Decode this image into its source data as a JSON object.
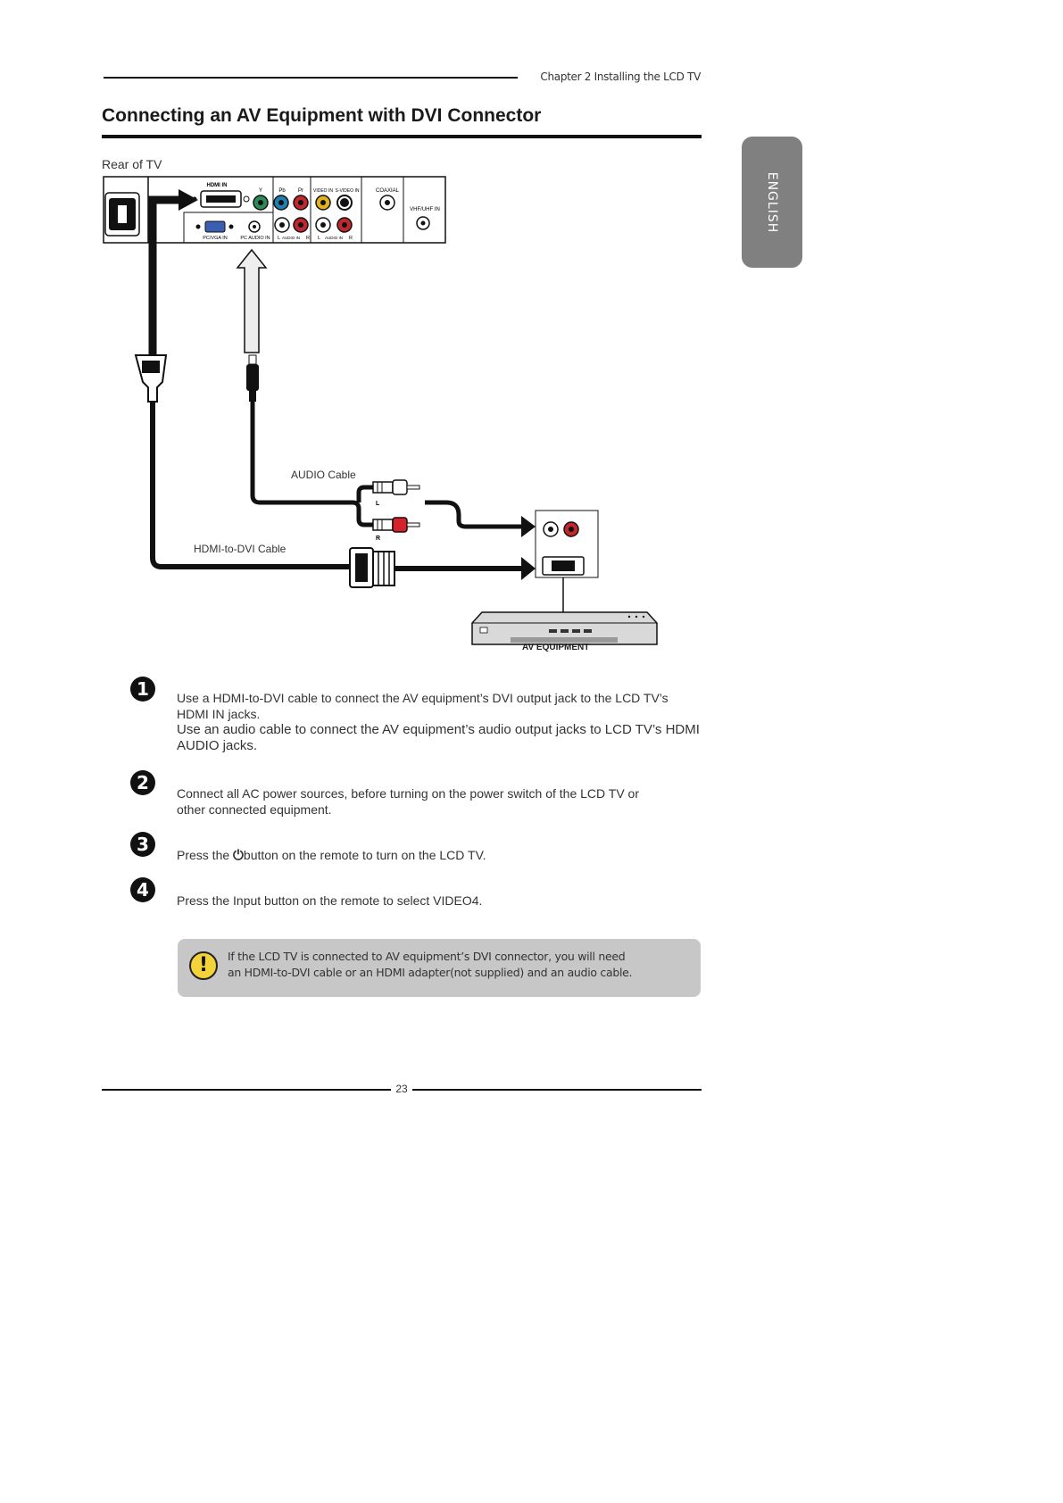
{
  "header": {
    "chapter": "Chapter 2 Installing the LCD TV",
    "title": "Connecting an AV Equipment with DVI Connector"
  },
  "side_tab": {
    "label": "ENGLISH"
  },
  "diagram": {
    "rear_label": "Rear of TV",
    "ports": {
      "hdmi_in": "HDMI IN",
      "y": "Y",
      "pb": "Pb",
      "pr": "Pr",
      "video_in": "VIDEO IN",
      "s_video_in": "S-VIDEO IN",
      "coaxial": "COAXIAL",
      "vhf_uhf_in": "VHF/UHF IN",
      "pc_vga_in": "PC/VGA IN",
      "pc_audio_in": "PC AUDIO IN",
      "l": "L",
      "r": "R",
      "audio_in": "AUDIO IN"
    },
    "audio_cable_label": "AUDIO Cable",
    "hdmi_dvi_cable_label": "HDMI-to-DVI Cable",
    "plug_l": "L",
    "plug_r": "R",
    "av_equipment_label": "AV EQUIPMENT"
  },
  "steps": [
    {
      "number": "1",
      "lines": [
        "Use a HDMI-to-DVI cable to connect the AV equipment’s DVI output jack to the LCD TV’s",
        "HDMI IN jacks.",
        "Use an audio cable to connect the AV equipment’s audio output jacks to LCD TV’s HDMI",
        "AUDIO jacks."
      ]
    },
    {
      "number": "2",
      "lines": [
        "Connect all AC power sources, before turning on the power switch of the LCD TV or",
        "other connected equipment."
      ]
    },
    {
      "number": "3",
      "before": "Press the ",
      "after": "button on the remote to turn on the LCD TV."
    },
    {
      "number": "4",
      "text": "Press the Input button on the remote to select VIDEO4."
    }
  ],
  "note": {
    "lines": [
      "If the LCD TV is connected to AV equipment’s DVI connector,  you will need",
      "an HDMI-to-DVI cable or  an HDMI adapter(not supplied) and an audio cable."
    ]
  },
  "footer": {
    "page_number": "23"
  },
  "icons": {
    "step_3_power": "power-icon",
    "note": "warning-icon"
  }
}
